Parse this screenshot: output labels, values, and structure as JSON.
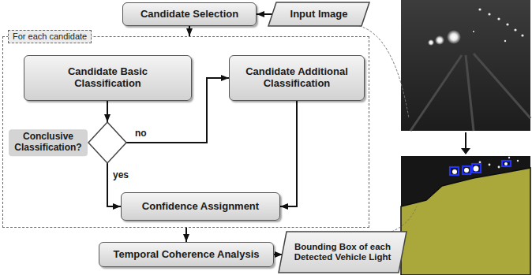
{
  "diagram": {
    "nodes": [
      {
        "text": [
          "Candidate Selection"
        ]
      },
      {
        "text": [
          "Input Image"
        ]
      },
      {
        "text": [
          "For each candidate"
        ]
      },
      {
        "text": [
          "Candidate Basic Classification"
        ],
        "in": 2
      },
      {
        "text": [
          "Candidate Additional Classification"
        ],
        "in": 2
      },
      {
        "text": [
          "Conclusive Classification?"
        ],
        "in": 2
      },
      {
        "text": [
          "Confidence Assignment"
        ],
        "in": 2
      },
      {
        "text": [
          "Temporal Coherence Analysis"
        ]
      },
      {
        "text": [
          "Bounding Box of each Detected Vehicle Light"
        ]
      }
    ],
    "edges": [
      {
        "from": 1,
        "to": 0,
        "arrow": "to"
      },
      {
        "from": 0,
        "to": 2,
        "arrow": "to"
      },
      {
        "from": 3,
        "to": 5,
        "arrow": "to"
      },
      {
        "from": 5,
        "to": 4,
        "label": "no",
        "arrow": "to"
      },
      {
        "from": 5,
        "to": 6,
        "label": "yes",
        "arrow": "to"
      },
      {
        "from": 4,
        "to": 6,
        "arrow": "to"
      },
      {
        "from": 2,
        "to": 7,
        "arrow": "to"
      },
      {
        "from": 7,
        "to": 8,
        "arrow": "to"
      }
    ]
  }
}
